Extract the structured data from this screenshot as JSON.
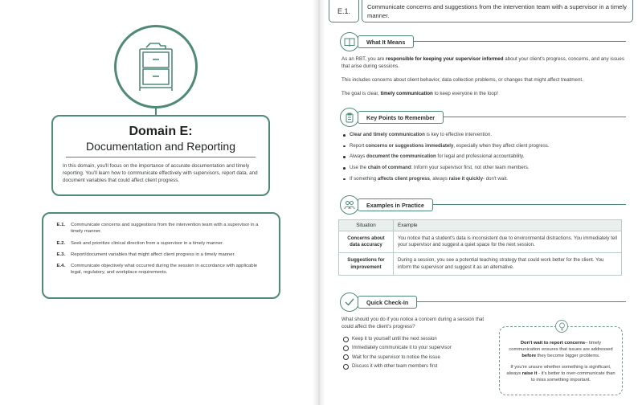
{
  "colors": {
    "accent": "#4f8a76",
    "table_header_bg": "#e8efec"
  },
  "left": {
    "domain_title": "Domain E:",
    "domain_subtitle": "Documentation and Reporting",
    "domain_description": "In this domain, you'll focus on the importance of accurate documentation and timely reporting. You'll learn how to communicate effectively with supervisors, report data, and document variables that could affect client progress.",
    "icon": "file-cabinet-icon",
    "objectives": [
      {
        "code": "E.1.",
        "text": "Communicate concerns and suggestions from the intervention team with a supervisor in a timely manner."
      },
      {
        "code": "E.2.",
        "text": "Seek and prioritize clinical direction from a supervisor in a timely manner."
      },
      {
        "code": "E.3.",
        "text": "Report/document variables that might affect client progress in a timely manner."
      },
      {
        "code": "E.4.",
        "text": "Communicate objectively what occurred during the session in accordance with applicable legal, regulatory, and workplace requirements."
      }
    ]
  },
  "right": {
    "e1_code": "E.1.",
    "e1_text": "Communicate concerns and suggestions from the intervention team with a supervisor in a timely manner.",
    "what_it_means": {
      "title": "What It Means",
      "icon": "book-icon",
      "p1_before": "As an RBT, you are ",
      "p1_bold": "responsible for keeping your supervisor informed",
      "p1_after": " about your client's progress, concerns, and any issues that arise during sessions.",
      "p2": "This includes concerns about client behavior, data collection problems, or changes that might affect treatment.",
      "p3_before": "The goal is clear, ",
      "p3_bold": "timely communication",
      "p3_after": " to keep everyone in the loop!"
    },
    "key_points": {
      "title": "Key Points to Remember",
      "icon": "clipboard-icon",
      "items": [
        {
          "before": "",
          "bold": "Clear and timely communication",
          "after": " is key to effective intervention."
        },
        {
          "before": "Report ",
          "bold": "concerns or suggestions immediately",
          "after": ", especially when they affect client progress."
        },
        {
          "before": "Always ",
          "bold": "document the communication",
          "after": " for legal and professional accountability."
        },
        {
          "before": "Use the ",
          "bold": "chain of command",
          "after": ": Inform your supervisor first, not other team members."
        },
        {
          "before": "If something ",
          "bold": "affects client progress",
          "after": ", always "
        },
        {
          "before": "",
          "bold": "",
          "after": ""
        }
      ],
      "item5_bold2": "raise it quickly",
      "item5_tail": "- don't wait."
    },
    "examples": {
      "title": "Examples in Practice",
      "icon": "people-icon",
      "col_situation": "Situation",
      "col_example": "Example",
      "rows": [
        {
          "situation": "Concerns about data accuracy",
          "example": "You notice that a student's data is inconsistent due to environmental distractions. You immediately tell your supervisor and suggest a quiet space for the next session."
        },
        {
          "situation": "Suggestions for improvement",
          "example": "During a session, you see a potential teaching strategy that could work better for the client. You inform the supervisor and suggest it as an alternative."
        }
      ]
    },
    "quick_check": {
      "title": "Quick Check-In",
      "icon": "checkmark-icon",
      "question": "What should you do if you notice a concern during a session that could affect the client's progress?",
      "options": [
        "Keep it to yourself until the next session",
        "Immediately communicate it to your supervisor",
        "Wait for the supervisor to notice the issue",
        "Discuss it with other team members first"
      ]
    },
    "tip": {
      "icon": "lightbulb-icon",
      "p1_bold": "Don't wait to report concerns",
      "p1_after_bold": "– timely communication ensures that issues are addressed ",
      "p1_bold2": "before",
      "p1_tail": " they become bigger problems.",
      "p2_before": "If you're unsure whether something is significant, always ",
      "p2_bold": "raise it",
      "p2_after": " - it's better to over-communicate than to miss something important."
    }
  }
}
